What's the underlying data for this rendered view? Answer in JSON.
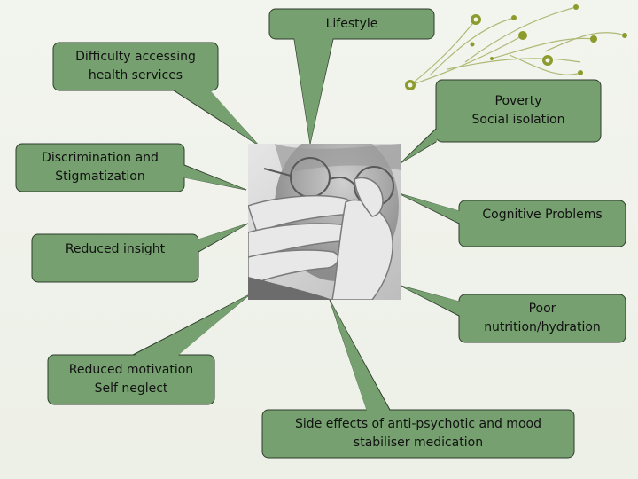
{
  "colors": {
    "box_fill": "#76a06f",
    "box_stroke": "#2f3d2c",
    "ornament": "#8d9b2c"
  },
  "photo": {
    "icon": "person-rubbing-eyes-photo"
  },
  "callouts": [
    {
      "id": "lifestyle",
      "text": "Lifestyle"
    },
    {
      "id": "difficulty-accessing-health-services",
      "text": "Difficulty accessing\nhealth services"
    },
    {
      "id": "poverty-social-isolation",
      "text": "Poverty\nSocial isolation"
    },
    {
      "id": "discrimination-and-stigmatization",
      "text": "Discrimination and\nStigmatization"
    },
    {
      "id": "cognitive-problems",
      "text": "Cognitive Problems"
    },
    {
      "id": "reduced-insight",
      "text": "Reduced insight"
    },
    {
      "id": "poor-nutrition-hydration",
      "text": "Poor\nnutrition/hydration"
    },
    {
      "id": "reduced-motivation-self-neglect",
      "text": "Reduced motivation\nSelf neglect"
    },
    {
      "id": "side-effects-medication",
      "text": "Side effects of anti-psychotic and mood\nstabiliser medication"
    }
  ]
}
